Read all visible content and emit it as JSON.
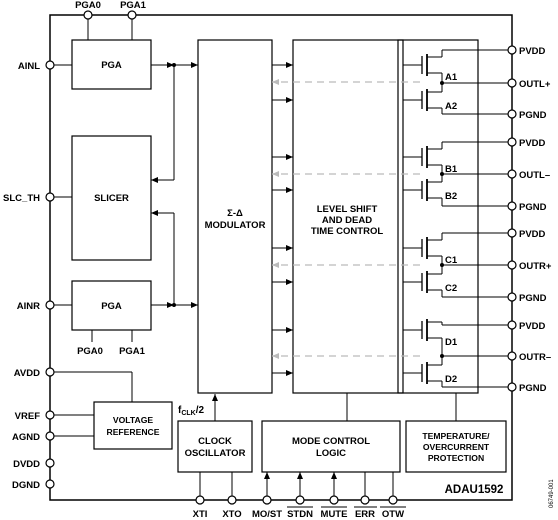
{
  "chip_name": "ADAU1592",
  "side_code": "06749-001",
  "blocks": {
    "pga_top": "PGA",
    "slicer": "SLICER",
    "pga_bottom": "PGA",
    "modulator": [
      "Σ-Δ",
      "MODULATOR"
    ],
    "level_shift": [
      "LEVEL SHIFT",
      "AND DEAD",
      "TIME CONTROL"
    ],
    "voltage_reference": [
      "VOLTAGE",
      "REFERENCE"
    ],
    "clock_oscillator": [
      "CLOCK",
      "OSCILLATOR"
    ],
    "mode_control": [
      "MODE CONTROL",
      "LOGIC"
    ],
    "temperature": [
      "TEMPERATURE/",
      "OVERCURRENT",
      "PROTECTION"
    ]
  },
  "fclk_label": "fCLK/2",
  "pins": {
    "top": [
      "PGA0",
      "PGA1"
    ],
    "left": [
      "AINL",
      "SLC_TH",
      "AINR",
      "AVDD",
      "VREF",
      "AGND",
      "DVDD",
      "DGND"
    ],
    "pga_bottom_labels": [
      "PGA0",
      "PGA1"
    ],
    "right": [
      "PVDD",
      "OUTL+",
      "PGND",
      "PVDD",
      "OUTL–",
      "PGND",
      "PVDD",
      "OUTR+",
      "PGND",
      "PVDD",
      "OUTR–",
      "PGND"
    ],
    "bottom": [
      "XTI",
      "XTO",
      "MO/ST",
      "STDN",
      "MUTE",
      "ERR",
      "OTW"
    ]
  },
  "transistors": [
    "A1",
    "A2",
    "B1",
    "B2",
    "C1",
    "C2",
    "D1",
    "D2"
  ]
}
